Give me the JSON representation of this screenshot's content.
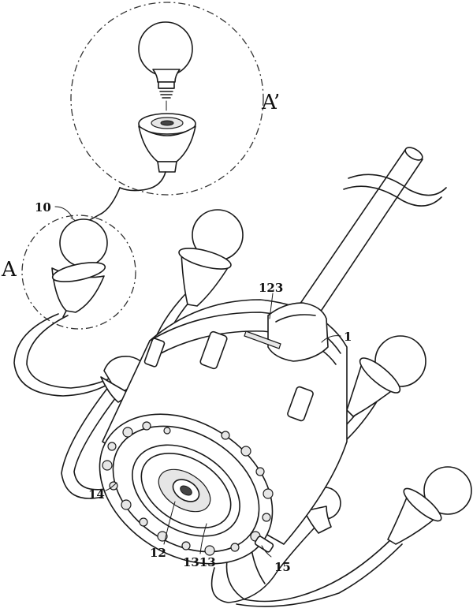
{
  "labels": {
    "ref_10": "10",
    "ref_1": "1",
    "ref_123": "123",
    "ref_14": "14",
    "ref_12": "12",
    "ref_1313": "1313",
    "ref_15": "15",
    "detail_A": "A",
    "detail_A_prime": "A’"
  }
}
